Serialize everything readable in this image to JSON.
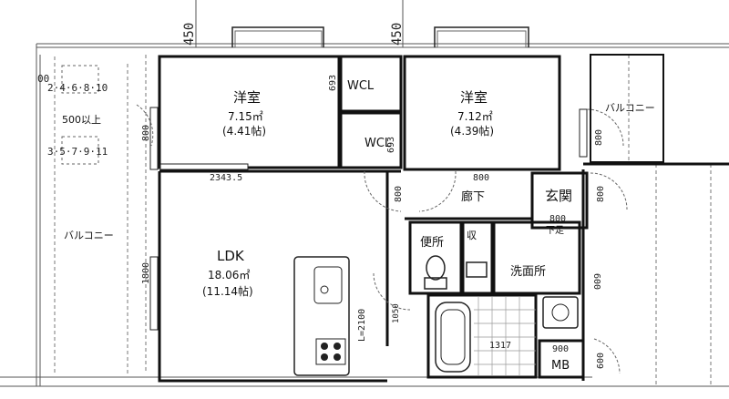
{
  "dimensions": {
    "top_left_450": "450",
    "top_right_450": "450",
    "corner_partial": "00",
    "wcl_693": "693",
    "wcl_693b": "693",
    "balc_left_800": "800",
    "balc_left_1800": "1800",
    "width_2343": "2343.5",
    "hall_800": "800",
    "door_800_left": "800",
    "door_800_right": "800",
    "genkan_800": "800",
    "balc_right_800": "800",
    "side_600": "600",
    "side_600b": "600",
    "kitchen_l2100": "L=2100",
    "bath_1317": "1317",
    "mb_900": "900",
    "bath_1050": "1050"
  },
  "stair_note": {
    "row1": "2·4·6·8·10",
    "row2": "500以上",
    "row3": "3·5·7·9·11"
  },
  "rooms": {
    "western1": {
      "name": "洋室",
      "area": "7.15㎡",
      "tatami": "(4.41帖)"
    },
    "western2": {
      "name": "洋室",
      "area": "7.12㎡",
      "tatami": "(4.39帖)"
    },
    "wcl_upper": "WCL",
    "wcl_lower": "WCL",
    "hallway": "廊下",
    "entrance": "玄関",
    "shoe": "下足",
    "toilet": "便所",
    "storage": "収",
    "washroom": "洗面所",
    "mb": "MB",
    "ldk": {
      "name": "LDK",
      "area": "18.06㎡",
      "tatami": "(11.14帖)"
    },
    "balcony_left": "バルコニー",
    "balcony_right": "バルコニー"
  }
}
